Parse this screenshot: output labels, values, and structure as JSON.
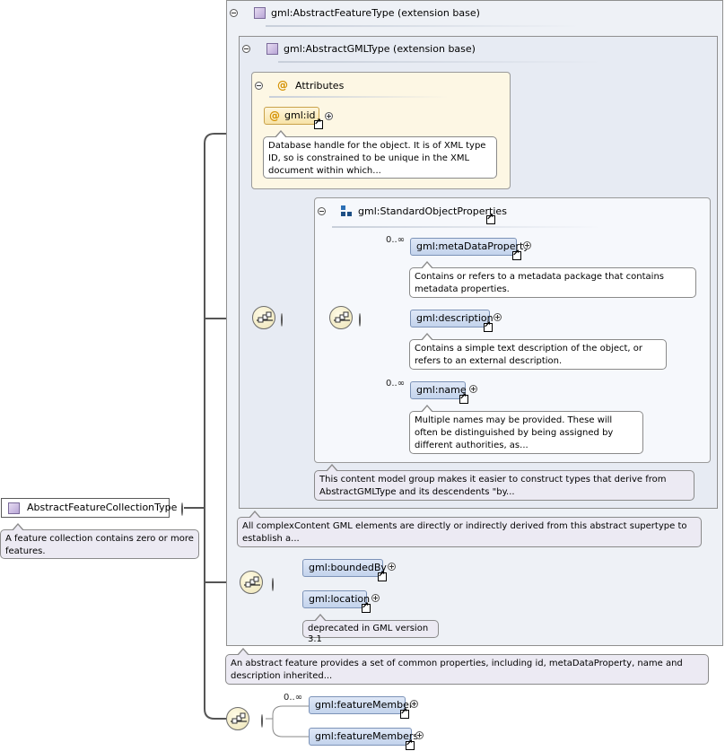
{
  "root": {
    "label": "AbstractFeatureCollectionType",
    "doc": "A feature collection contains zero or more features."
  },
  "feature_type": {
    "header": "gml:AbstractFeatureType (extension base)",
    "doc": "An abstract feature provides a set of common properties, including id, metaDataProperty, name and description inherited..."
  },
  "gml_type": {
    "header": "gml:AbstractGMLType (extension base)",
    "doc": "All complexContent GML elements are directly or indirectly derived from this abstract supertype to establish a..."
  },
  "attributes": {
    "header": "Attributes",
    "id_label": "gml:id",
    "id_doc": "Database handle for the object. It is of XML type ID, so is constrained to be unique in the XML document within which..."
  },
  "standard_props": {
    "header": "gml:StandardObjectProperties",
    "doc": "This content model group makes it easier to construct types that derive from AbstractGMLType and its descendents \"by...",
    "metadata": {
      "cardinality": "0..∞",
      "label": "gml:metaDataProperty",
      "doc": "Contains or refers to a metadata package that contains metadata properties."
    },
    "description": {
      "label": "gml:description",
      "doc": "Contains a simple text description of the object, or refers to an external description."
    },
    "name": {
      "cardinality": "0..∞",
      "label": "gml:name",
      "doc": "Multiple names may be provided. These will often be distinguished by being assigned by different authorities, as..."
    }
  },
  "feature_props": {
    "bounded_by": "gml:boundedBy",
    "location": "gml:location",
    "location_doc": "deprecated in GML version 3.1"
  },
  "members": {
    "cardinality": "0..∞",
    "feature_member": "gml:featureMember",
    "feature_members": "gml:featureMembers"
  }
}
